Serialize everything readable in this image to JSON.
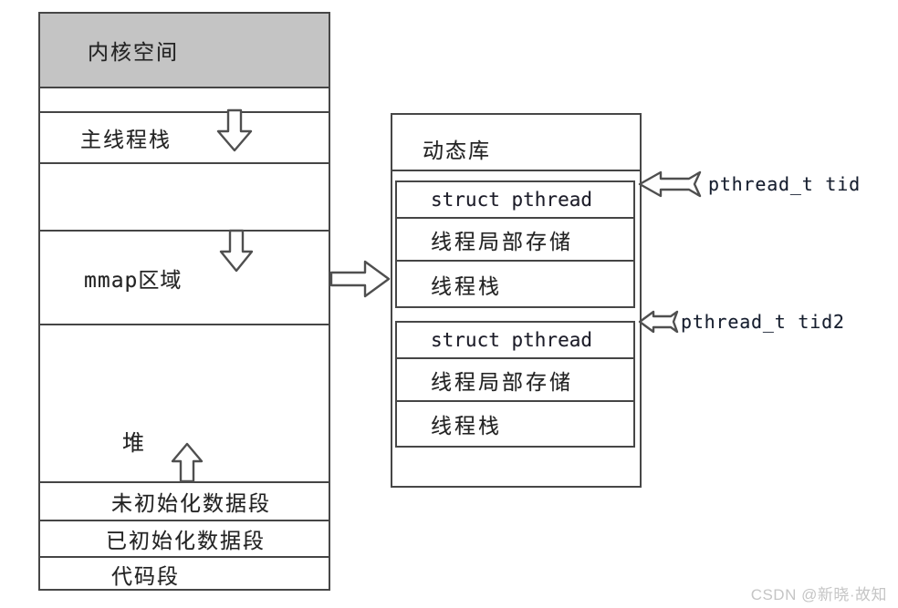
{
  "colors": {
    "kernel_header_bg": "#c4c4c4",
    "line": "#454545",
    "text": "#232323",
    "pointer_text": "#161e2e",
    "watermark": "#c5c5c5"
  },
  "icons": {
    "grow_down": "block-arrow-down",
    "grow_up": "block-arrow-up",
    "maps_to": "block-arrow-right",
    "pointer": "block-arrow-left"
  },
  "memory_map": {
    "kernel_label": "内核空间",
    "main_stack_label": "主线程栈",
    "mmap_label": "mmap区域",
    "heap_label": "堆",
    "bss_label": "未初始化数据段",
    "data_label": "已初始化数据段",
    "code_label": "代码段"
  },
  "dynamic_library": {
    "title": "动态库",
    "thread_blocks": [
      {
        "struct_label": "struct pthread",
        "tls_label": "线程局部存储",
        "stack_label": "线程栈",
        "pointer_label": "pthread_t tid"
      },
      {
        "struct_label": "struct pthread",
        "tls_label": "线程局部存储",
        "stack_label": "线程栈",
        "pointer_label": "pthread_t tid2"
      }
    ]
  },
  "watermark": "CSDN @新晓·故知"
}
